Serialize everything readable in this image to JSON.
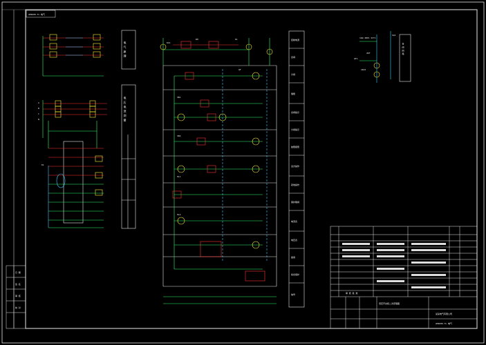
{
  "sheet": {
    "top_left_tag": "AM4000-TL 电气",
    "title_block": {
      "drawing_title": "低压开关柜二次原理图",
      "drawing_no": "AM4000-TL 电气",
      "company": "某某电气有限公司",
      "seal_text": "审 核 批 准"
    }
  },
  "left_module": {
    "title_top": "电 气 原 理",
    "title_mid": "电 压 电 流 测 量",
    "side_labels": [
      "A",
      "B",
      "C",
      "N",
      "K1"
    ]
  },
  "center_module": {
    "labels": [
      "KA1",
      "KM",
      "K1",
      "SB1",
      "SB2",
      "HL1",
      "HL2",
      "QF"
    ]
  },
  "right_column": {
    "labels": [
      "控制电源",
      "合闸",
      "分闸",
      "储能",
      "合闸指示",
      "分闸指示",
      "故障报警",
      "远方操作",
      "就地操作",
      "保护跳闸",
      "电流表",
      "电压表",
      "备用",
      "综合保护",
      "信号"
    ]
  },
  "upper_right": {
    "labels": [
      "1AN 2BP1 3CT1",
      "2KF",
      "QF1",
      "1KA3",
      "SQ1"
    ],
    "box_label": "合 闸 回 路"
  },
  "left_stub": {
    "labels": [
      "日 期",
      "签 名",
      "审 核",
      "校 对"
    ]
  }
}
